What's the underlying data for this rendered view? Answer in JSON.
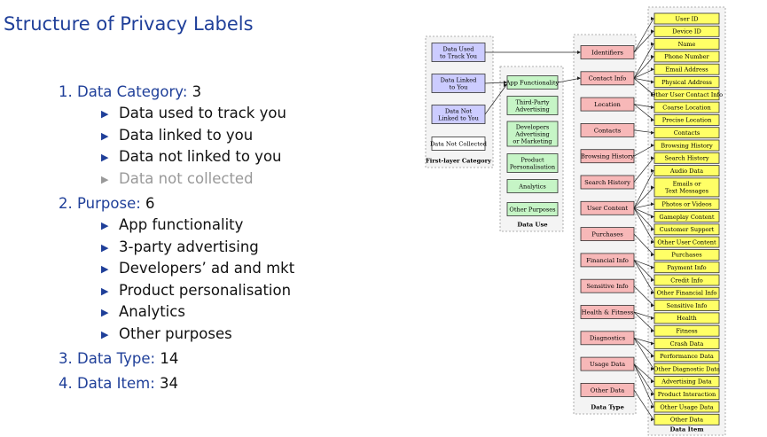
{
  "title": "Structure of Privacy Labels",
  "outline": [
    {
      "number": "1.",
      "label": "Data Category",
      "count": "3",
      "items": [
        {
          "text": "Data used to track you",
          "muted": false
        },
        {
          "text": "Data linked to you",
          "muted": false
        },
        {
          "text": "Data not linked to you",
          "muted": false
        },
        {
          "text": "Data not collected",
          "muted": true
        }
      ]
    },
    {
      "number": "2.",
      "label": "Purpose",
      "count": "6",
      "items": [
        {
          "text": "App functionality",
          "muted": false
        },
        {
          "text": "3-party advertising",
          "muted": false
        },
        {
          "text": "Developers’ ad and mkt",
          "muted": false
        },
        {
          "text": "Product personalisation",
          "muted": false
        },
        {
          "text": "Analytics",
          "muted": false
        },
        {
          "text": "Other purposes",
          "muted": false
        }
      ]
    },
    {
      "number": "3.",
      "label": "Data Type",
      "count": "14",
      "items": []
    },
    {
      "number": "4.",
      "label": "Data Item",
      "count": "34",
      "items": []
    }
  ],
  "diagram": {
    "colors": {
      "category": "#ccccff",
      "use": "#c6f5c6",
      "type": "#f7b8b8",
      "item": "#ffff66",
      "group_border": "#999999",
      "stroke": "#333333"
    },
    "categories": {
      "caption": "First-layer Category",
      "items": [
        {
          "lines": [
            "Data Used",
            "to Track You"
          ],
          "color": "purple"
        },
        {
          "lines": [
            "Data Linked",
            "to You"
          ],
          "color": "purple"
        },
        {
          "lines": [
            "Data Not",
            "Linked to You"
          ],
          "color": "purple"
        },
        {
          "lines": [
            "Data Not Collected"
          ],
          "color": "white"
        }
      ]
    },
    "uses": {
      "caption": "Data Use",
      "items": [
        {
          "lines": [
            "App Functionality"
          ]
        },
        {
          "lines": [
            "Third-Party",
            "Advertising"
          ]
        },
        {
          "lines": [
            "Developers",
            "Advertising",
            "or Marketing"
          ]
        },
        {
          "lines": [
            "Product",
            "Personalisation"
          ]
        },
        {
          "lines": [
            "Analytics"
          ]
        },
        {
          "lines": [
            "Other Purposes"
          ]
        }
      ]
    },
    "types": {
      "caption": "Data Type",
      "items": [
        {
          "label": "Identifiers",
          "items": [
            0,
            1
          ]
        },
        {
          "label": "Contact Info",
          "items": [
            2,
            3,
            4,
            5,
            6
          ]
        },
        {
          "label": "Location",
          "items": [
            7,
            8
          ]
        },
        {
          "label": "Contacts",
          "items": [
            9
          ]
        },
        {
          "label": "Browsing History",
          "items": [
            10
          ]
        },
        {
          "label": "Search History",
          "items": [
            11
          ]
        },
        {
          "label": "User Content",
          "items": [
            12,
            13,
            14,
            15,
            16,
            17
          ]
        },
        {
          "label": "Purchases",
          "items": [
            18
          ]
        },
        {
          "label": "Financial Info",
          "items": [
            19,
            20,
            21
          ]
        },
        {
          "label": "Sensitive Info",
          "items": [
            22
          ]
        },
        {
          "label": "Health & Fitness",
          "items": [
            23,
            24
          ]
        },
        {
          "label": "Diagnostics",
          "items": [
            25,
            26,
            27
          ]
        },
        {
          "label": "Usage Data",
          "items": [
            28,
            29,
            30
          ]
        },
        {
          "label": "Other Data",
          "items": [
            31
          ]
        }
      ]
    },
    "items": {
      "caption": "Data Item",
      "labels": [
        "User ID",
        "Device ID",
        "Name",
        "Phone Number",
        "Email Address",
        "Physical Address",
        "Other User Contact Info",
        "Coarse Location",
        "Precise Location",
        "Contacts",
        "Browsing History",
        "Search History",
        "Audio Data",
        "Emails or Text Messages",
        "Photos or Videos",
        "Gameplay Content",
        "Customer Support",
        "Other User Content",
        "Purchases",
        "Payment Info",
        "Credit Info",
        "Other Financial Info",
        "Sensitive Info",
        "Health",
        "Fitness",
        "Crash Data",
        "Performance Data",
        "Other Diagnostic Data",
        "Advertising Data",
        "Product Interaction",
        "Other Usage Data",
        "Other Data"
      ]
    }
  }
}
